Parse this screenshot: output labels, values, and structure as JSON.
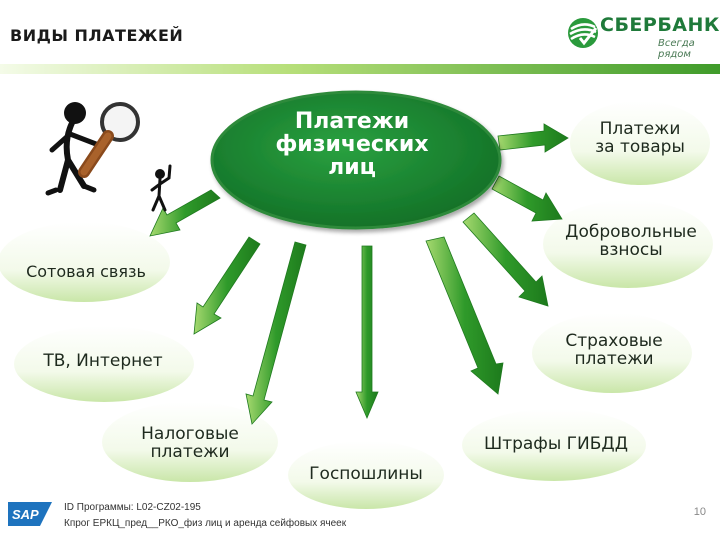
{
  "header": {
    "title": "ВИДЫ ПЛАТЕЖЕЙ"
  },
  "logo": {
    "name": "СБЕРБАНК",
    "tagline": "Всегда рядом"
  },
  "center": {
    "line1": "Платежи",
    "line2": "физических",
    "line3": "лиц"
  },
  "nodes": {
    "goods": {
      "line1": "Платежи",
      "line2": "за товары"
    },
    "donations": {
      "line1": "Добровольные",
      "line2": "взносы"
    },
    "mobile": {
      "label": "Сотовая связь"
    },
    "tv": {
      "label": "ТВ, Интернет"
    },
    "insurance": {
      "line1": "Страховые",
      "line2": "платежи"
    },
    "tax": {
      "line1": "Налоговые",
      "line2": "платежи"
    },
    "duties": {
      "label": "Госпошлины"
    },
    "fines": {
      "label": "Штрафы ГИБДД"
    }
  },
  "footer": {
    "badge": "SAP",
    "line1": "ID Программы: L02-CZ02-195",
    "line2": "Кпрог ЕРКЦ_пред__РКО_физ лиц и аренда сейфовых ячеек"
  },
  "page_number": "10",
  "colors": {
    "brand_green": "#1f7a3a",
    "arrow_green": "#2f9a2a",
    "ellipse_green": "#1e8a32"
  }
}
